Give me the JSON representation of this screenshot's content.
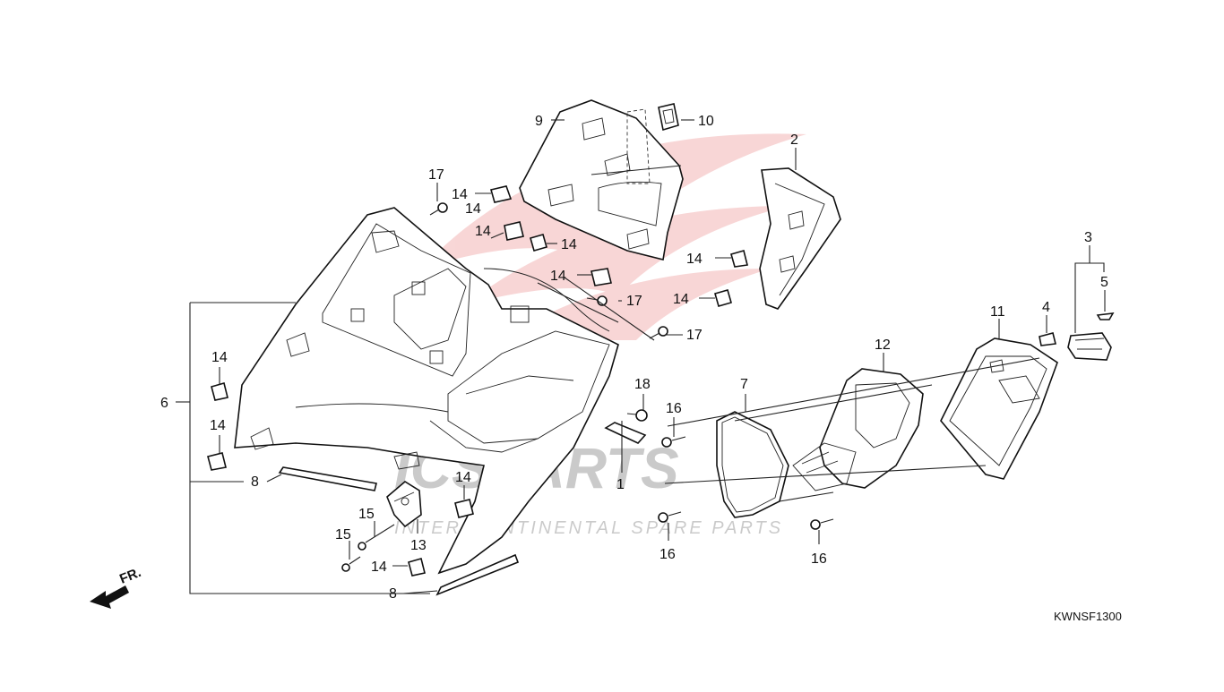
{
  "diagram": {
    "code": "KWNSF1300",
    "watermark": {
      "brand": "ICSPARTS",
      "tagline": "INTER CONTINENTAL SPARE PARTS",
      "color": "#e04848"
    },
    "front_label": "FR.",
    "callouts": {
      "c1": "1",
      "c2": "2",
      "c3": "3",
      "c4": "4",
      "c5": "5",
      "c6": "6",
      "c7": "7",
      "c8a": "8",
      "c8b": "8",
      "c9": "9",
      "c10": "10",
      "c11": "11",
      "c12": "12",
      "c13": "13",
      "c14a": "14",
      "c14b": "14",
      "c14c": "14",
      "c14d": "14",
      "c14e": "14",
      "c14f": "14",
      "c14g": "14",
      "c14h": "14",
      "c14i": "14",
      "c14j": "14",
      "c14k": "14",
      "c15a": "15",
      "c15b": "15",
      "c16a": "16",
      "c16b": "16",
      "c16c": "16",
      "c17a": "17",
      "c17b": "17",
      "c17c": "17",
      "c18": "18"
    }
  }
}
